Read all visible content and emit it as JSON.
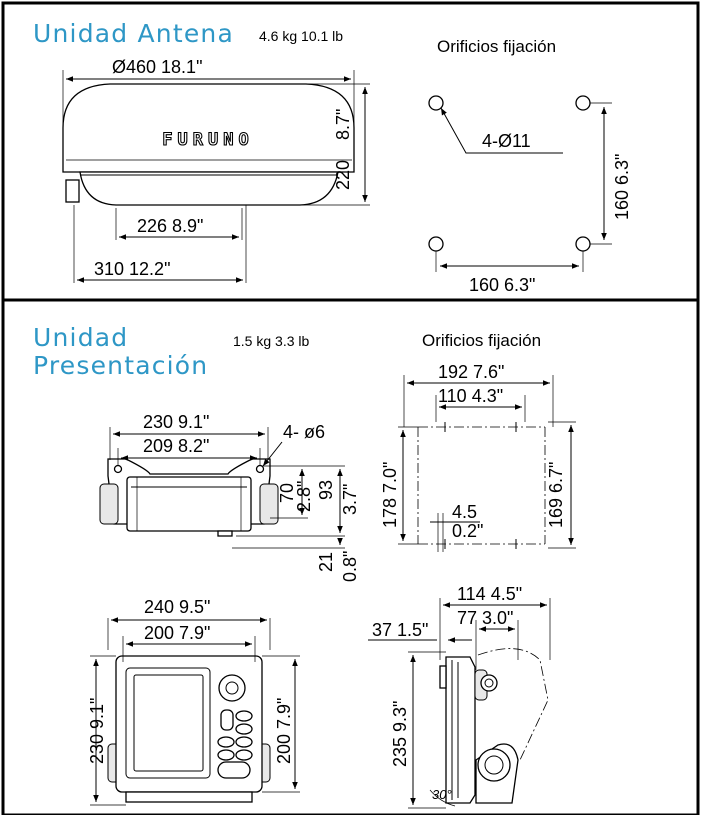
{
  "antenna": {
    "title": "Unidad Antena",
    "weight": "4.6 kg   10.1 lb",
    "brand": "FURUNO",
    "dim_width": "Ø460  18.1\"",
    "dim_height_mm": "220",
    "dim_height_in": "8.7\"",
    "dim_base_inner": "226  8.9\"",
    "dim_base_outer": "310  12.2\"",
    "holes": {
      "title": "Orificios fijación",
      "hole_label": "4-Ø11",
      "dim_vertical": "160  6.3\"",
      "dim_horizontal": "160  6.3\""
    }
  },
  "display": {
    "title_line1": "Unidad",
    "title_line2": "Presentación",
    "weight": "1.5 kg   3.3 lb",
    "bracket": {
      "dim_outer_width": "230  9.1\"",
      "dim_inner_width": "209  8.2\"",
      "hole_label": "4- ø6",
      "dim_70": "70",
      "dim_70_in": "2.8\"",
      "dim_93": "93",
      "dim_93_in": "3.7\"",
      "dim_21": "21",
      "dim_21_in": "0.8\""
    },
    "holes": {
      "title": "Orificios fijación",
      "dim_192": "192  7.6\"",
      "dim_110": "110  4.3\"",
      "dim_178": "178  7.0\"",
      "dim_169": "169  6.7\"",
      "dim_45": "4.5",
      "dim_45_in": "0.2\""
    },
    "front": {
      "dim_240": "240  9.5\"",
      "dim_200w": "200  7.9\"",
      "dim_230": "230  9.1\"",
      "dim_200h": "200  7.9\""
    },
    "side": {
      "dim_114": "114  4.5\"",
      "dim_77": "77  3.0\"",
      "dim_37": "37  1.5\"",
      "dim_235": "235  9.3\"",
      "angle": "30°"
    }
  }
}
